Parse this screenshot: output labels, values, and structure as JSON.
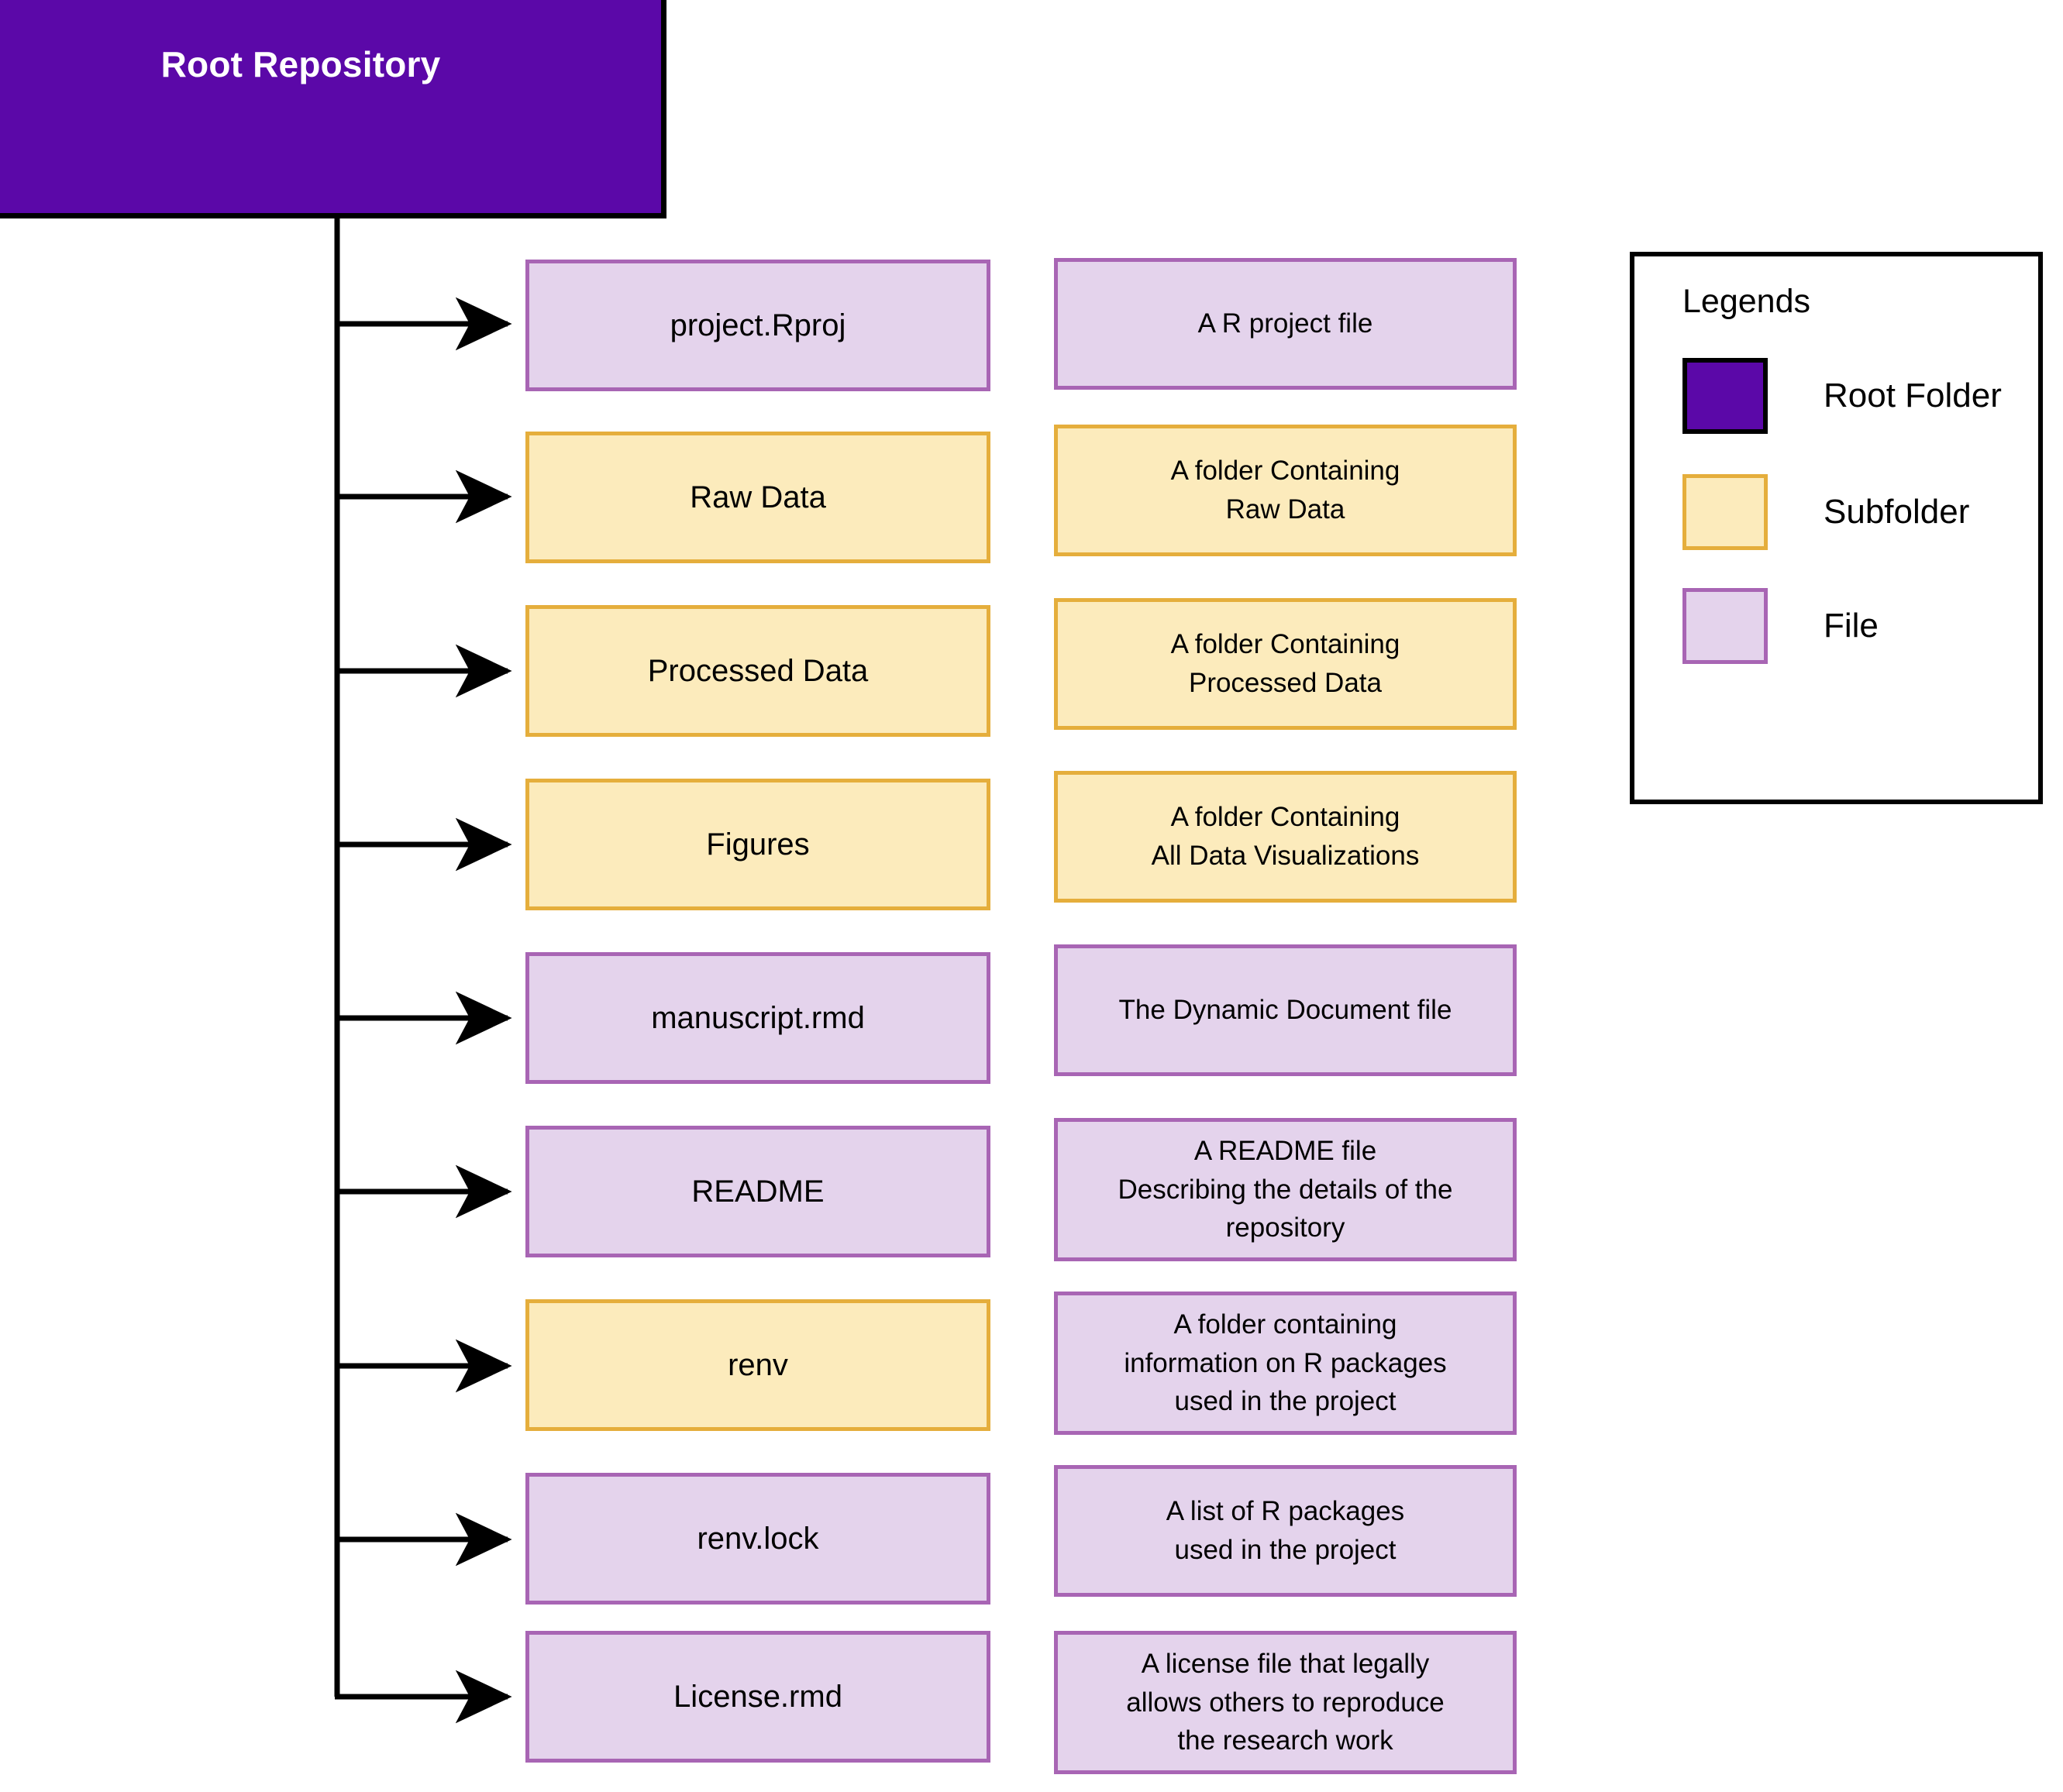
{
  "diagram": {
    "root": {
      "label": "Root Repository",
      "kind": "root"
    },
    "rows": [
      {
        "name": "project.Rproj",
        "name_kind": "file",
        "desc": "A R project file",
        "desc_kind": "file"
      },
      {
        "name": "Raw Data",
        "name_kind": "folder",
        "desc": "A folder Containing\nRaw Data",
        "desc_kind": "folder"
      },
      {
        "name": "Processed Data",
        "name_kind": "folder",
        "desc": "A folder Containing\nProcessed Data",
        "desc_kind": "folder"
      },
      {
        "name": "Figures",
        "name_kind": "folder",
        "desc": "A folder Containing\nAll Data Visualizations",
        "desc_kind": "folder"
      },
      {
        "name": "manuscript.rmd",
        "name_kind": "file",
        "desc": "The Dynamic Document file",
        "desc_kind": "file"
      },
      {
        "name": "README",
        "name_kind": "file",
        "desc": "A README file\nDescribing the details of the\nrepository",
        "desc_kind": "file"
      },
      {
        "name": "renv",
        "name_kind": "folder",
        "desc": "A folder containing\ninformation on R packages\nused in the project",
        "desc_kind": "file"
      },
      {
        "name": "renv.lock",
        "name_kind": "file",
        "desc": "A list of R packages\nused in the project",
        "desc_kind": "file"
      },
      {
        "name": "License.rmd",
        "name_kind": "file",
        "desc": "A license file that legally\nallows others to reproduce\nthe research  work",
        "desc_kind": "file"
      }
    ]
  },
  "legend": {
    "title": "Legends",
    "items": [
      {
        "label": "Root Folder",
        "swatch": "root"
      },
      {
        "label": "Subfolder",
        "swatch": "folder"
      },
      {
        "label": "File",
        "swatch": "file"
      }
    ]
  },
  "colors": {
    "root_fill": "#5B08A8",
    "root_stroke": "#000000",
    "folder_fill": "#FCEBBC",
    "folder_stroke": "#E5AE3C",
    "file_fill": "#E4D3EC",
    "file_stroke": "#A865B4",
    "connector": "#000000",
    "background": "#FFFFFF"
  }
}
